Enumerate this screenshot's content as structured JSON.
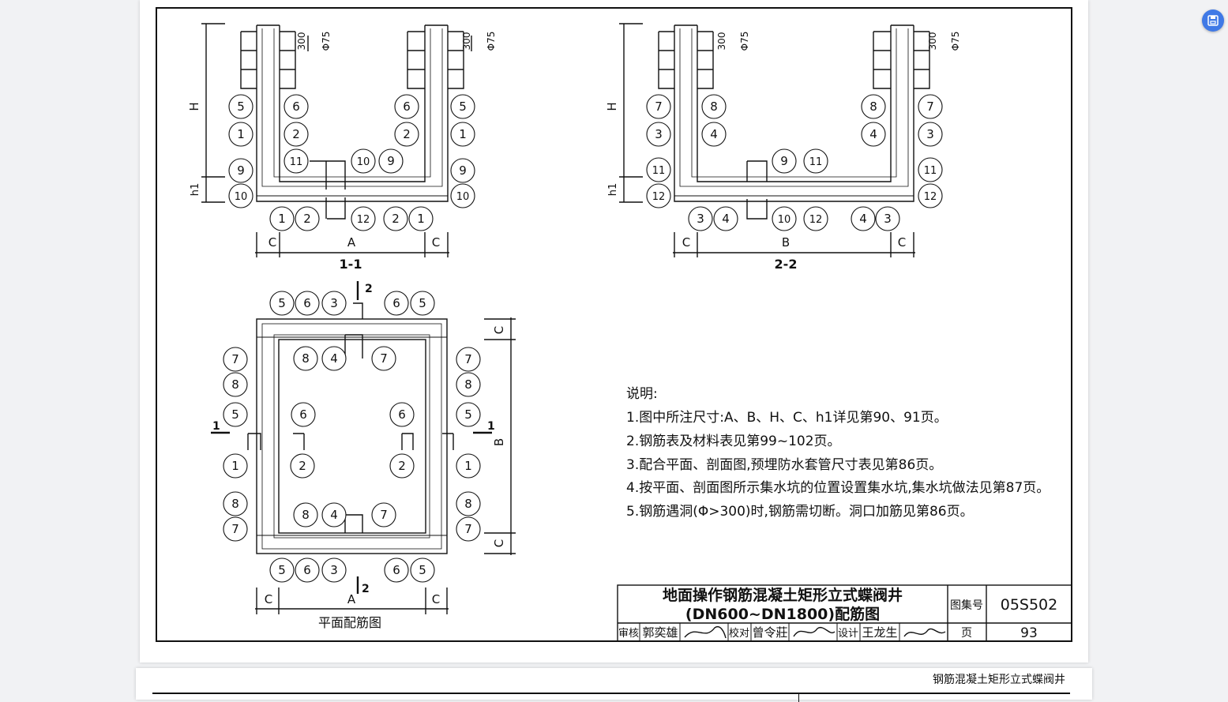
{
  "sections": {
    "s11": "1-1",
    "s22": "2-2",
    "plan": "平面配筋图",
    "cut1": "1",
    "cut2": "2"
  },
  "dims": {
    "A": "A",
    "B": "B",
    "C": "C",
    "H": "H",
    "h1": "h1",
    "d300": "300",
    "d75": "Φ75"
  },
  "notes": {
    "heading": "说明:",
    "lines": [
      "1.图中所注尺寸:A、B、H、C、h1详见第90、91页。",
      "2.钢筋表及材料表见第99~102页。",
      "3.配合平面、剖面图,预埋防水套管尺寸表见第86页。",
      "4.按平面、剖面图所示集水坑的位置设置集水坑,集水坑做法见第87页。",
      "5.钢筋遇洞(Φ>300)时,钢筋需切断。洞口加筋见第86页。"
    ]
  },
  "title_block": {
    "title_line1": "地面操作钢筋混凝土矩形立式蝶阀井",
    "title_line2": "(DN600~DN1800)配筋图",
    "atlas_label": "图集号",
    "atlas_no": "05S502",
    "review_label": "审核",
    "review_name": "郭奕雄",
    "check_label": "校对",
    "check_name": "曾令莊",
    "design_label": "设计",
    "design_name": "王龙生",
    "page_label": "页",
    "page_no": "93"
  },
  "next_page_header": "钢筋混凝土矩形立式蝶阀井",
  "icons": {
    "fab": "save-to-file-icon"
  },
  "colors": {
    "ink": "#111111",
    "fab": "#3f79e6",
    "bg": "#f1f2f4"
  }
}
